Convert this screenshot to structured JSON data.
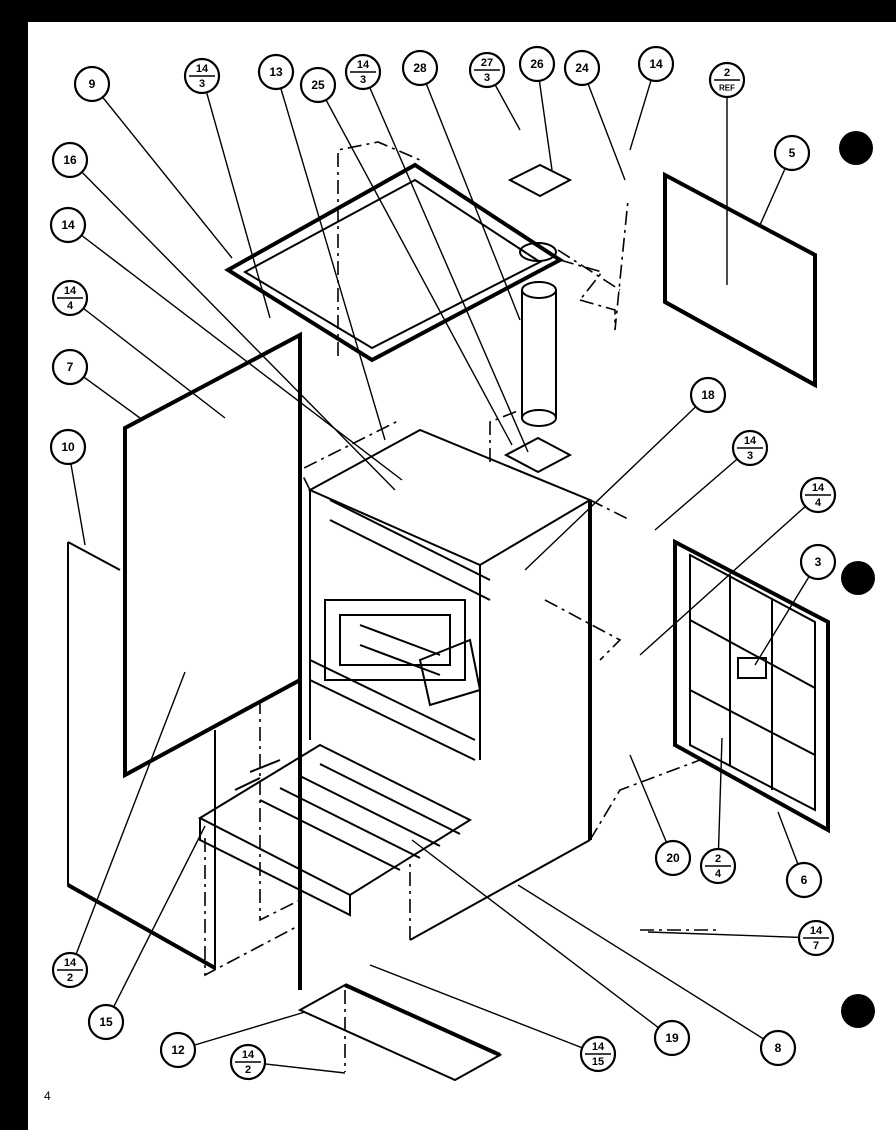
{
  "page_number": "4",
  "callouts": [
    {
      "top": "9",
      "bottom": ""
    },
    {
      "top": "14",
      "bottom": "3"
    },
    {
      "top": "13",
      "bottom": ""
    },
    {
      "top": "25",
      "bottom": ""
    },
    {
      "top": "14",
      "bottom": "3"
    },
    {
      "top": "28",
      "bottom": ""
    },
    {
      "top": "27",
      "bottom": "3"
    },
    {
      "top": "26",
      "bottom": ""
    },
    {
      "top": "24",
      "bottom": ""
    },
    {
      "top": "14",
      "bottom": ""
    },
    {
      "top": "2",
      "bottom": "REF"
    },
    {
      "top": "5",
      "bottom": ""
    },
    {
      "top": "16",
      "bottom": ""
    },
    {
      "top": "14",
      "bottom": ""
    },
    {
      "top": "14",
      "bottom": "4"
    },
    {
      "top": "7",
      "bottom": ""
    },
    {
      "top": "10",
      "bottom": ""
    },
    {
      "top": "18",
      "bottom": ""
    },
    {
      "top": "14",
      "bottom": "3"
    },
    {
      "top": "14",
      "bottom": "4"
    },
    {
      "top": "3",
      "bottom": ""
    },
    {
      "top": "20",
      "bottom": ""
    },
    {
      "top": "2",
      "bottom": "4"
    },
    {
      "top": "6",
      "bottom": ""
    },
    {
      "top": "14",
      "bottom": "7"
    },
    {
      "top": "14",
      "bottom": "2"
    },
    {
      "top": "15",
      "bottom": ""
    },
    {
      "top": "12",
      "bottom": ""
    },
    {
      "top": "14",
      "bottom": "2"
    },
    {
      "top": "14",
      "bottom": "15"
    },
    {
      "top": "19",
      "bottom": ""
    },
    {
      "top": "8",
      "bottom": ""
    }
  ]
}
